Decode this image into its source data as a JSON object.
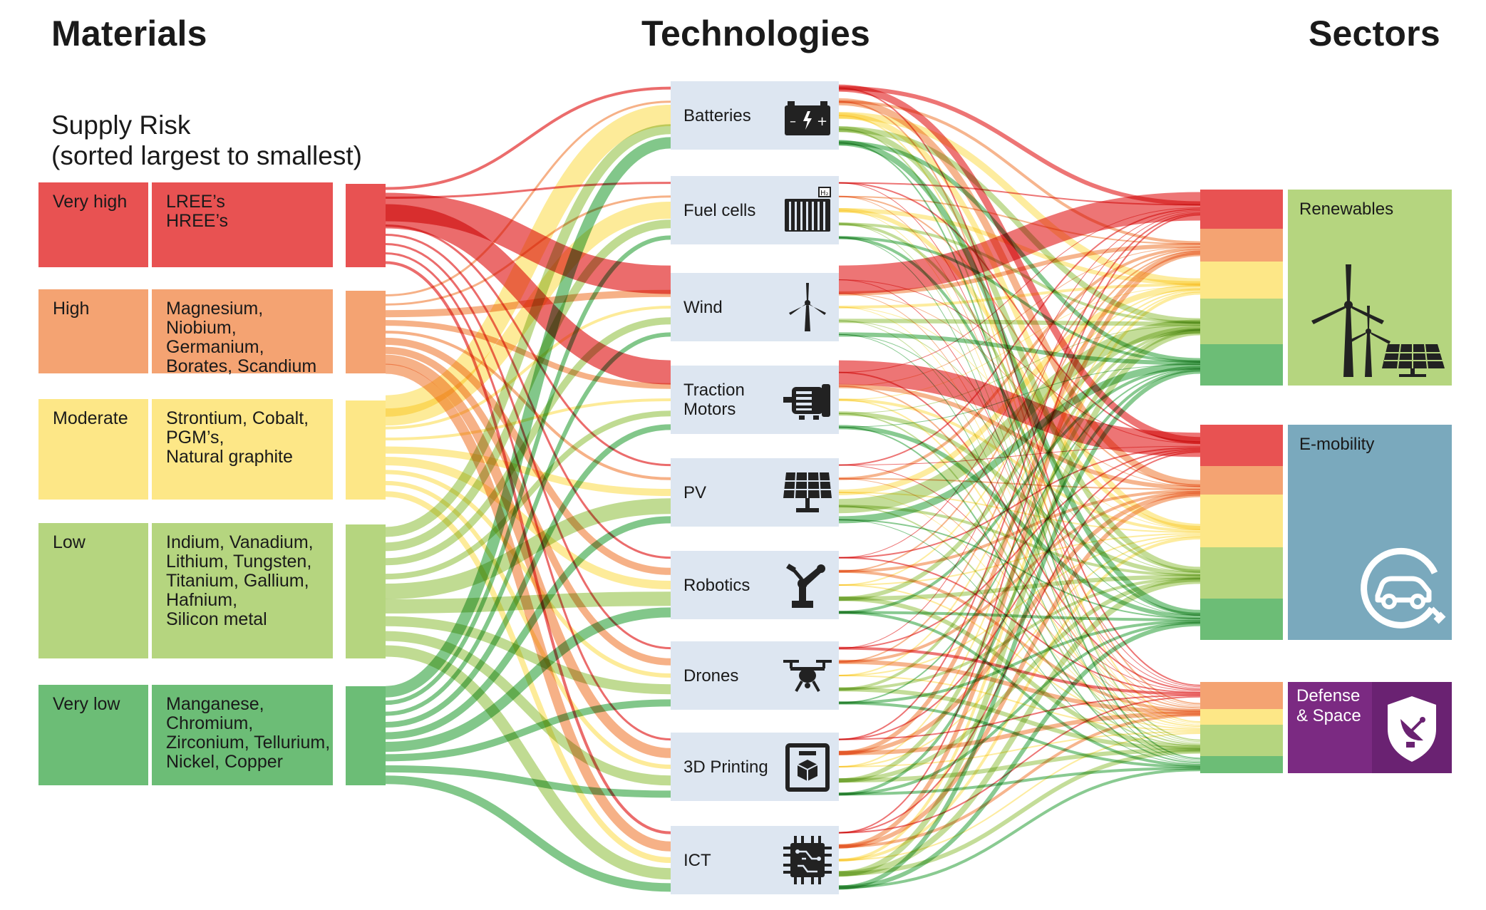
{
  "headers": {
    "materials": "Materials",
    "technologies": "Technologies",
    "sectors": "Sectors"
  },
  "supply_risk": {
    "title_line1": "Supply Risk",
    "title_line2": "(sorted largest to smallest)"
  },
  "risk_levels": [
    {
      "level": "Very high",
      "color": "#e85252",
      "materials": [
        "LREE’s",
        "HREE’s"
      ]
    },
    {
      "level": "High",
      "color": "#f4a372",
      "materials": [
        "Magnesium,",
        "Niobium, Germanium,",
        "Borates, Scandium"
      ]
    },
    {
      "level": "Moderate",
      "color": "#fde787",
      "materials": [
        "Strontium, Cobalt,",
        "PGM’s,",
        "Natural graphite"
      ]
    },
    {
      "level": "Low",
      "color": "#b5d57f",
      "materials": [
        "Indium, Vanadium,",
        "Lithium, Tungsten,",
        "Titanium, Gallium,",
        "Hafnium,",
        "Silicon metal"
      ]
    },
    {
      "level": "Very low",
      "color": "#6cbd76",
      "materials": [
        "Manganese,",
        "Chromium,",
        "Zirconium, Tellurium,",
        "Nickel, Copper"
      ]
    }
  ],
  "technologies": [
    {
      "label_line1": "Batteries",
      "label_line2": "",
      "icon": "battery-icon"
    },
    {
      "label_line1": "Fuel cells",
      "label_line2": "",
      "icon": "fuel-cell-icon"
    },
    {
      "label_line1": "Wind",
      "label_line2": "",
      "icon": "wind-turbine-icon"
    },
    {
      "label_line1": "Traction",
      "label_line2": "Motors",
      "icon": "motor-icon"
    },
    {
      "label_line1": "PV",
      "label_line2": "",
      "icon": "solar-panel-icon"
    },
    {
      "label_line1": "Robotics",
      "label_line2": "",
      "icon": "robot-arm-icon"
    },
    {
      "label_line1": "Drones",
      "label_line2": "",
      "icon": "drone-icon"
    },
    {
      "label_line1": "3D Printing",
      "label_line2": "",
      "icon": "3d-printer-icon"
    },
    {
      "label_line1": "ICT",
      "label_line2": "",
      "icon": "chip-icon"
    }
  ],
  "sectors": [
    {
      "label_line1": "Renewables",
      "label_line2": "",
      "color": "#b5d57f",
      "icon": "renewables-icon"
    },
    {
      "label_line1": "E-mobility",
      "label_line2": "",
      "color": "#7aa9bd",
      "icon": "electric-car-icon"
    },
    {
      "label_line1": "Defense",
      "label_line2": "& Space",
      "color": "#7b2a82",
      "icon": "shield-satellite-icon"
    }
  ],
  "colors": {
    "very_high": "#e85252",
    "high": "#f4a372",
    "moderate": "#fde787",
    "low": "#b5d57f",
    "very_low": "#6cbd76",
    "tech_box": "#dde6f1"
  }
}
